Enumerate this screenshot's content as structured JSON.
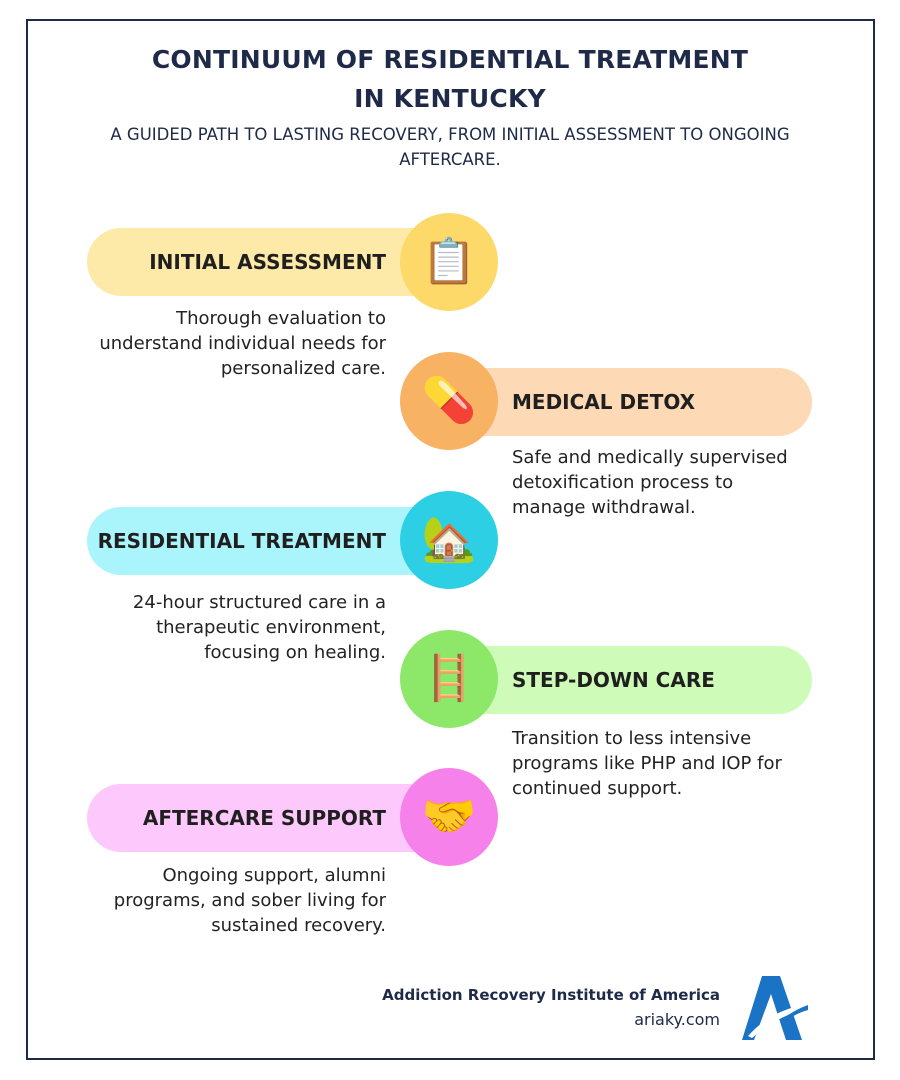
{
  "header": {
    "title": "CONTINUUM OF RESIDENTIAL TREATMENT IN KENTUCKY",
    "subtitle": "A GUIDED PATH TO LASTING RECOVERY, FROM INITIAL ASSESSMENT TO ONGOING AFTERCARE."
  },
  "steps": [
    {
      "label": "INITIAL ASSESSMENT",
      "icon": "clipboard-icon",
      "glyph": "📋",
      "description": "Thorough evaluation to understand individual needs for personalized care.",
      "side": "left",
      "pill_color": "#fdeaa8",
      "circle_color": "#fcd968"
    },
    {
      "label": "MEDICAL DETOX",
      "icon": "pill-icon",
      "glyph": "💊",
      "description": "Safe and medically supervised detoxification process to manage withdrawal.",
      "side": "right",
      "pill_color": "#fdd9b5",
      "circle_color": "#f7b264"
    },
    {
      "label": "RESIDENTIAL TREATMENT",
      "icon": "house-with-garden-icon",
      "glyph": "🏡",
      "description": "24-hour structured care in a therapeutic environment, focusing on healing.",
      "side": "left",
      "pill_color": "#aaf5fb",
      "circle_color": "#2ccfe3"
    },
    {
      "label": "STEP-DOWN CARE",
      "icon": "ladder-icon",
      "glyph": "🪜",
      "description": "Transition to less intensive programs like PHP and IOP for continued support.",
      "side": "right",
      "pill_color": "#cefcb8",
      "circle_color": "#8de86a"
    },
    {
      "label": "AFTERCARE SUPPORT",
      "icon": "handshake-icon",
      "glyph": "🤝",
      "description": "Ongoing support, alumni programs, and sober living for sustained recovery.",
      "side": "left",
      "pill_color": "#fdc8fb",
      "circle_color": "#f781ea"
    }
  ],
  "footer": {
    "organization": "Addiction Recovery Institute of America",
    "website": "ariaky.com",
    "logo_color": "#1a73c4"
  }
}
